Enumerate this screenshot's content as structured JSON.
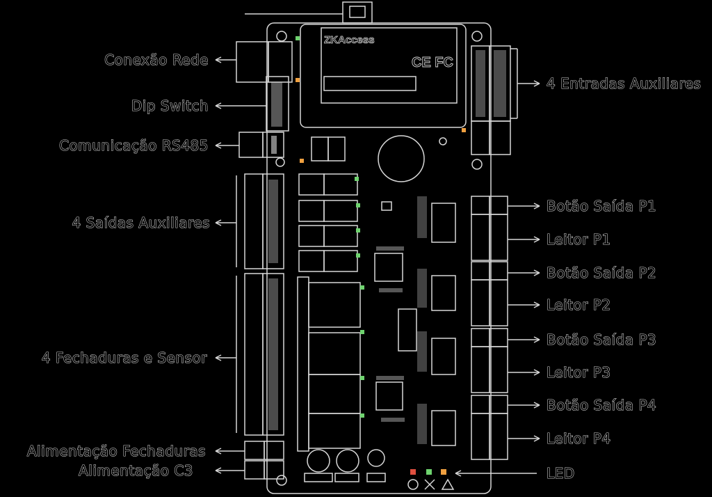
{
  "brand": {
    "logo_text": "ZKAccess",
    "cert_marks": "CE FC"
  },
  "labels_left": [
    "Conexão Rede",
    "Dip Switch",
    "Comunicação RS485",
    "4 Saídas Auxiliares",
    "4 Fechaduras e Sensor",
    "Alimentação Fechaduras",
    "Alimentação C3"
  ],
  "labels_right": [
    "4 Entradas Auxiliares",
    "Botão Saída P1",
    "Leitor P1",
    "Botão Saída P2",
    "Leitor P2",
    "Botão Saída P3",
    "Leitor P3",
    "Botão Saída P4",
    "Leitor P4",
    "LED"
  ],
  "colors": {
    "background": "#000000",
    "outline": "#d8d8d8",
    "led_green": "#6fd36f",
    "led_orange": "#f0a040",
    "led_red": "#e05040"
  }
}
